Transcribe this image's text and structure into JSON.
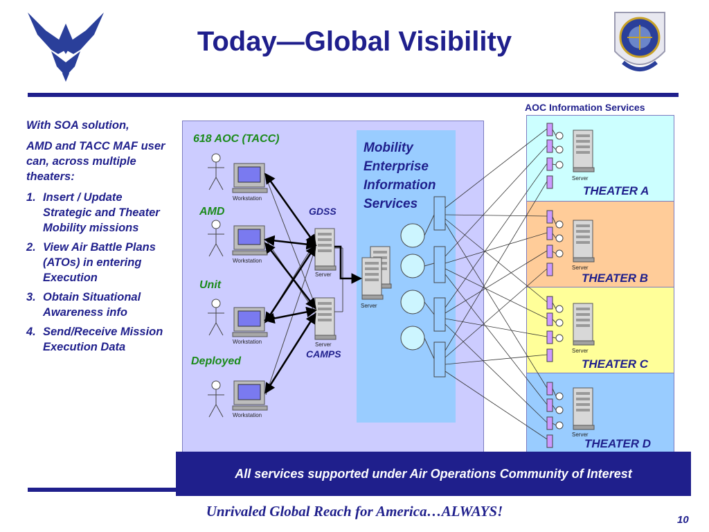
{
  "header": {
    "title": "Today—Global Visibility"
  },
  "left_panel": {
    "intro": "With SOA solution,",
    "subtitle": "AMD and TACC MAF user can, across multiple theaters:",
    "items": [
      {
        "num": "1.",
        "text": "Insert / Update Strategic and Theater Mobility missions"
      },
      {
        "num": "2.",
        "text": "View Air Battle Plans (ATOs) in entering Execution"
      },
      {
        "num": "3.",
        "text": "Obtain Situational Awareness info"
      },
      {
        "num": "4.",
        "text": "Send/Receive Mission Execution Data"
      }
    ]
  },
  "diagram": {
    "aoc_label": "618 AOC (TACC)",
    "user_labels": [
      "AMD",
      "Unit",
      "Deployed"
    ],
    "workstation_label": "Workstation",
    "server_label": "Server",
    "gdss_label": "GDSS",
    "camps_label": "CAMPS",
    "mei_label": "Mobility Enterprise Information Services",
    "aoc_info_label": "AOC Information Services",
    "theaters": [
      {
        "label": "THEATER A",
        "color": "#ccffff"
      },
      {
        "label": "THEATER B",
        "color": "#ffcc99"
      },
      {
        "label": "THEATER C",
        "color": "#ffff99"
      },
      {
        "label": "THEATER D",
        "color": "#99ccff"
      }
    ]
  },
  "banner": {
    "text": "All services supported under Air Operations Community of Interest"
  },
  "footer": {
    "slogan": "Unrivaled Global Reach for America…ALWAYS!",
    "page_number": "10"
  },
  "colors": {
    "navy": "#1f1f8c",
    "aoc_panel": "#ccccff",
    "mei_panel": "#99ccff",
    "label_green": "#1a8a1a"
  }
}
